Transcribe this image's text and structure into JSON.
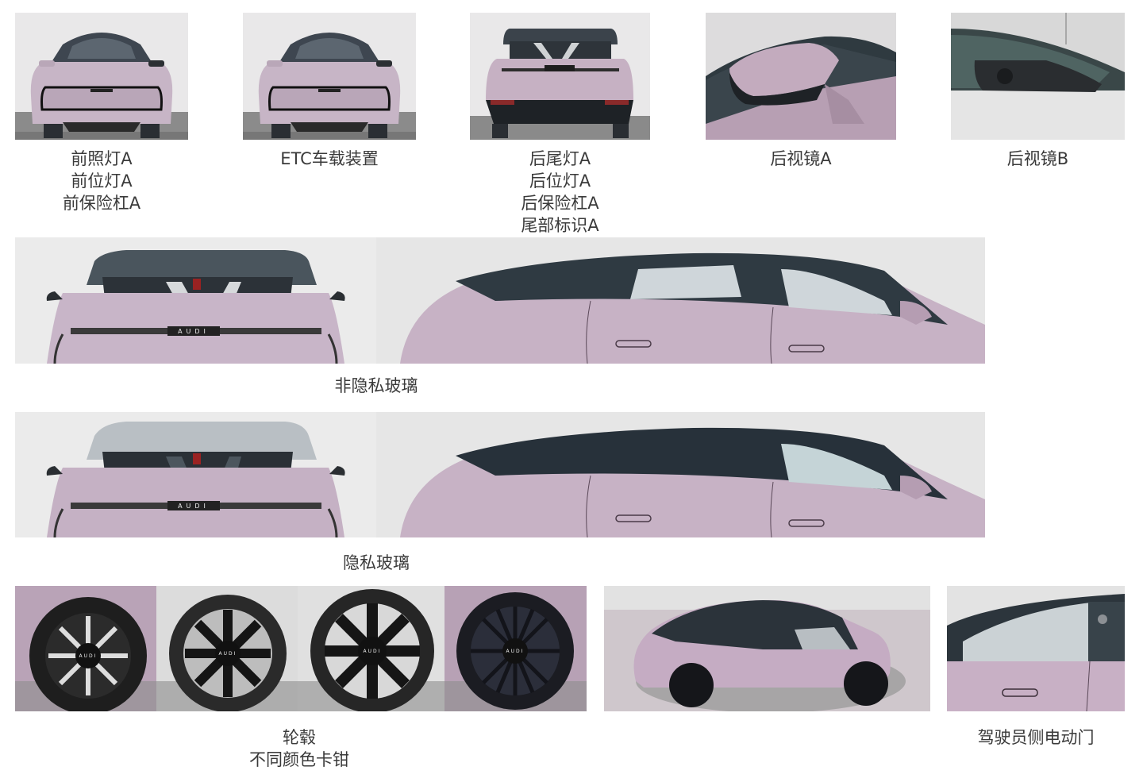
{
  "colors": {
    "body_pink": "#c9b3c6",
    "body_pink_dark": "#a88fa5",
    "roof_dark": "#2f3a42",
    "glass": "#3b4650",
    "glass_light": "#c9d2d6",
    "studio_bg": "#e6e6e6",
    "floor": "#8e8e8e",
    "caption_text": "#3a3a3a"
  },
  "badge_text": "AUDI",
  "row1": [
    {
      "id": "front",
      "image_alt": "车辆正前方照片",
      "caption": "前照灯A\n前位灯A\n前保险杠A"
    },
    {
      "id": "front-etc",
      "image_alt": "车辆正前方照片（ETC）",
      "caption": "ETC车载装置"
    },
    {
      "id": "rear",
      "image_alt": "车辆正后方照片",
      "caption": "后尾灯A\n后位灯A\n后保险杠A\n尾部标识A"
    },
    {
      "id": "mirror-a",
      "image_alt": "后视镜A特写",
      "caption": "后视镜A"
    },
    {
      "id": "mirror-b",
      "image_alt": "后视镜B（摄像头式）特写",
      "caption": "后视镜B"
    }
  ],
  "row2": {
    "image_alt": "后部与侧面 非隐私玻璃",
    "caption": "非隐私玻璃"
  },
  "row3": {
    "image_alt": "后部与侧面 隐私玻璃",
    "caption": "隐私玻璃"
  },
  "row4": {
    "wheels": {
      "image_alt": "四款轮毂照片",
      "caption": "轮毂\n不同颜色卡钳",
      "count": 4
    },
    "top_view": {
      "image_alt": "车辆俯视侧面照片"
    },
    "door": {
      "image_alt": "驾驶员侧车门特写",
      "caption": "驾驶员侧电动门"
    }
  }
}
